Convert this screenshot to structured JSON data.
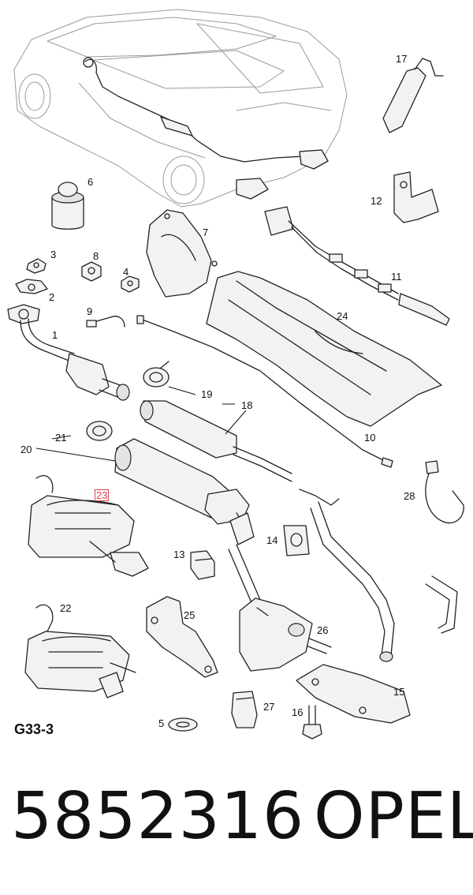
{
  "diagram": {
    "code": "G33-3",
    "callouts": [
      {
        "id": "c1",
        "text": "1"
      },
      {
        "id": "c2",
        "text": "2"
      },
      {
        "id": "c3",
        "text": "3"
      },
      {
        "id": "c4",
        "text": "4"
      },
      {
        "id": "c5",
        "text": "5"
      },
      {
        "id": "c6",
        "text": "6"
      },
      {
        "id": "c7",
        "text": "7"
      },
      {
        "id": "c8",
        "text": "8"
      },
      {
        "id": "c9",
        "text": "9"
      },
      {
        "id": "c10",
        "text": "10"
      },
      {
        "id": "c11",
        "text": "11"
      },
      {
        "id": "c12",
        "text": "12"
      },
      {
        "id": "c13",
        "text": "13"
      },
      {
        "id": "c14",
        "text": "14"
      },
      {
        "id": "c15",
        "text": "15"
      },
      {
        "id": "c16",
        "text": "16"
      },
      {
        "id": "c17",
        "text": "17"
      },
      {
        "id": "c18",
        "text": "18"
      },
      {
        "id": "c19",
        "text": "19"
      },
      {
        "id": "c20",
        "text": "20"
      },
      {
        "id": "c21",
        "text": "21"
      },
      {
        "id": "c22",
        "text": "22"
      },
      {
        "id": "c23",
        "text": "23",
        "highlighted": true
      },
      {
        "id": "c24",
        "text": "24"
      },
      {
        "id": "c25",
        "text": "25"
      },
      {
        "id": "c26",
        "text": "26"
      },
      {
        "id": "c27",
        "text": "27"
      },
      {
        "id": "c28",
        "text": "28"
      }
    ]
  },
  "footer": {
    "part_number": "5852316",
    "brand": "OPEL"
  },
  "colors": {
    "highlight": "#d9434f",
    "ink": "#111111"
  }
}
